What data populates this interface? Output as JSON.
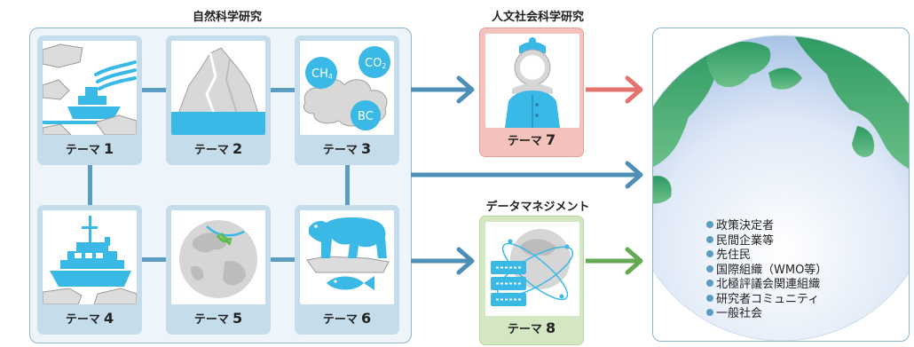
{
  "sections": {
    "natural": "自然科学研究",
    "humanities": "人文社会科学研究",
    "data_mgmt": "データマネジメント"
  },
  "theme_prefix": "テーマ",
  "themes": [
    {
      "num": "1",
      "icon": "ship-ice-icon"
    },
    {
      "num": "2",
      "icon": "iceberg-icon"
    },
    {
      "num": "3",
      "icon": "gas-clouds-icon"
    },
    {
      "num": "4",
      "icon": "icebreaker-icon"
    },
    {
      "num": "5",
      "icon": "globe-route-icon"
    },
    {
      "num": "6",
      "icon": "polar-bear-fish-icon"
    },
    {
      "num": "7",
      "icon": "arctic-person-icon"
    },
    {
      "num": "8",
      "icon": "data-globe-server-icon"
    }
  ],
  "gases": {
    "ch4_main": "CH",
    "ch4_sub": "4",
    "co2_main": "CO",
    "co2_sub": "2",
    "bc": "BC"
  },
  "stakeholders": [
    "政策決定者",
    "民間企業等",
    "先住民",
    "国際組織（WMO等）",
    "北極評議会関連組織",
    "研究者コミュニティ",
    "一般社会"
  ],
  "colors": {
    "blue_arrow": "#4e8fb8",
    "red_arrow": "#e4736e",
    "green_arrow": "#64aa52",
    "panel_border": "#8fb5cf",
    "card_blue": "#c5dceb",
    "card_red": "#f4c2bd",
    "card_green": "#d4e7c3",
    "cyan": "#3ab8e6"
  }
}
